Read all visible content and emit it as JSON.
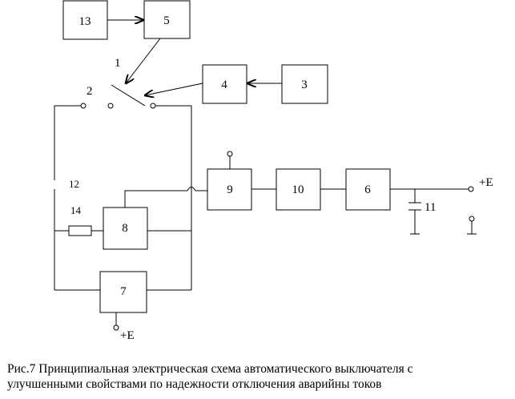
{
  "blocks": {
    "b13": "13",
    "b5": "5",
    "b4": "4",
    "b3": "3",
    "b9": "9",
    "b10": "10",
    "b6": "6",
    "b8": "8",
    "b7": "7"
  },
  "labels": {
    "switch": "1",
    "contact": "2",
    "capacitor": "11",
    "break_12": "12",
    "resistor_14": "14",
    "power_right": "+E",
    "power_bottom": "+E"
  },
  "caption": {
    "line1": "Рис.7 Принципиальная электрическая схема автоматического выключателя с",
    "line2": "улучшенными свойствами по надежности отключения аварийны токов"
  }
}
